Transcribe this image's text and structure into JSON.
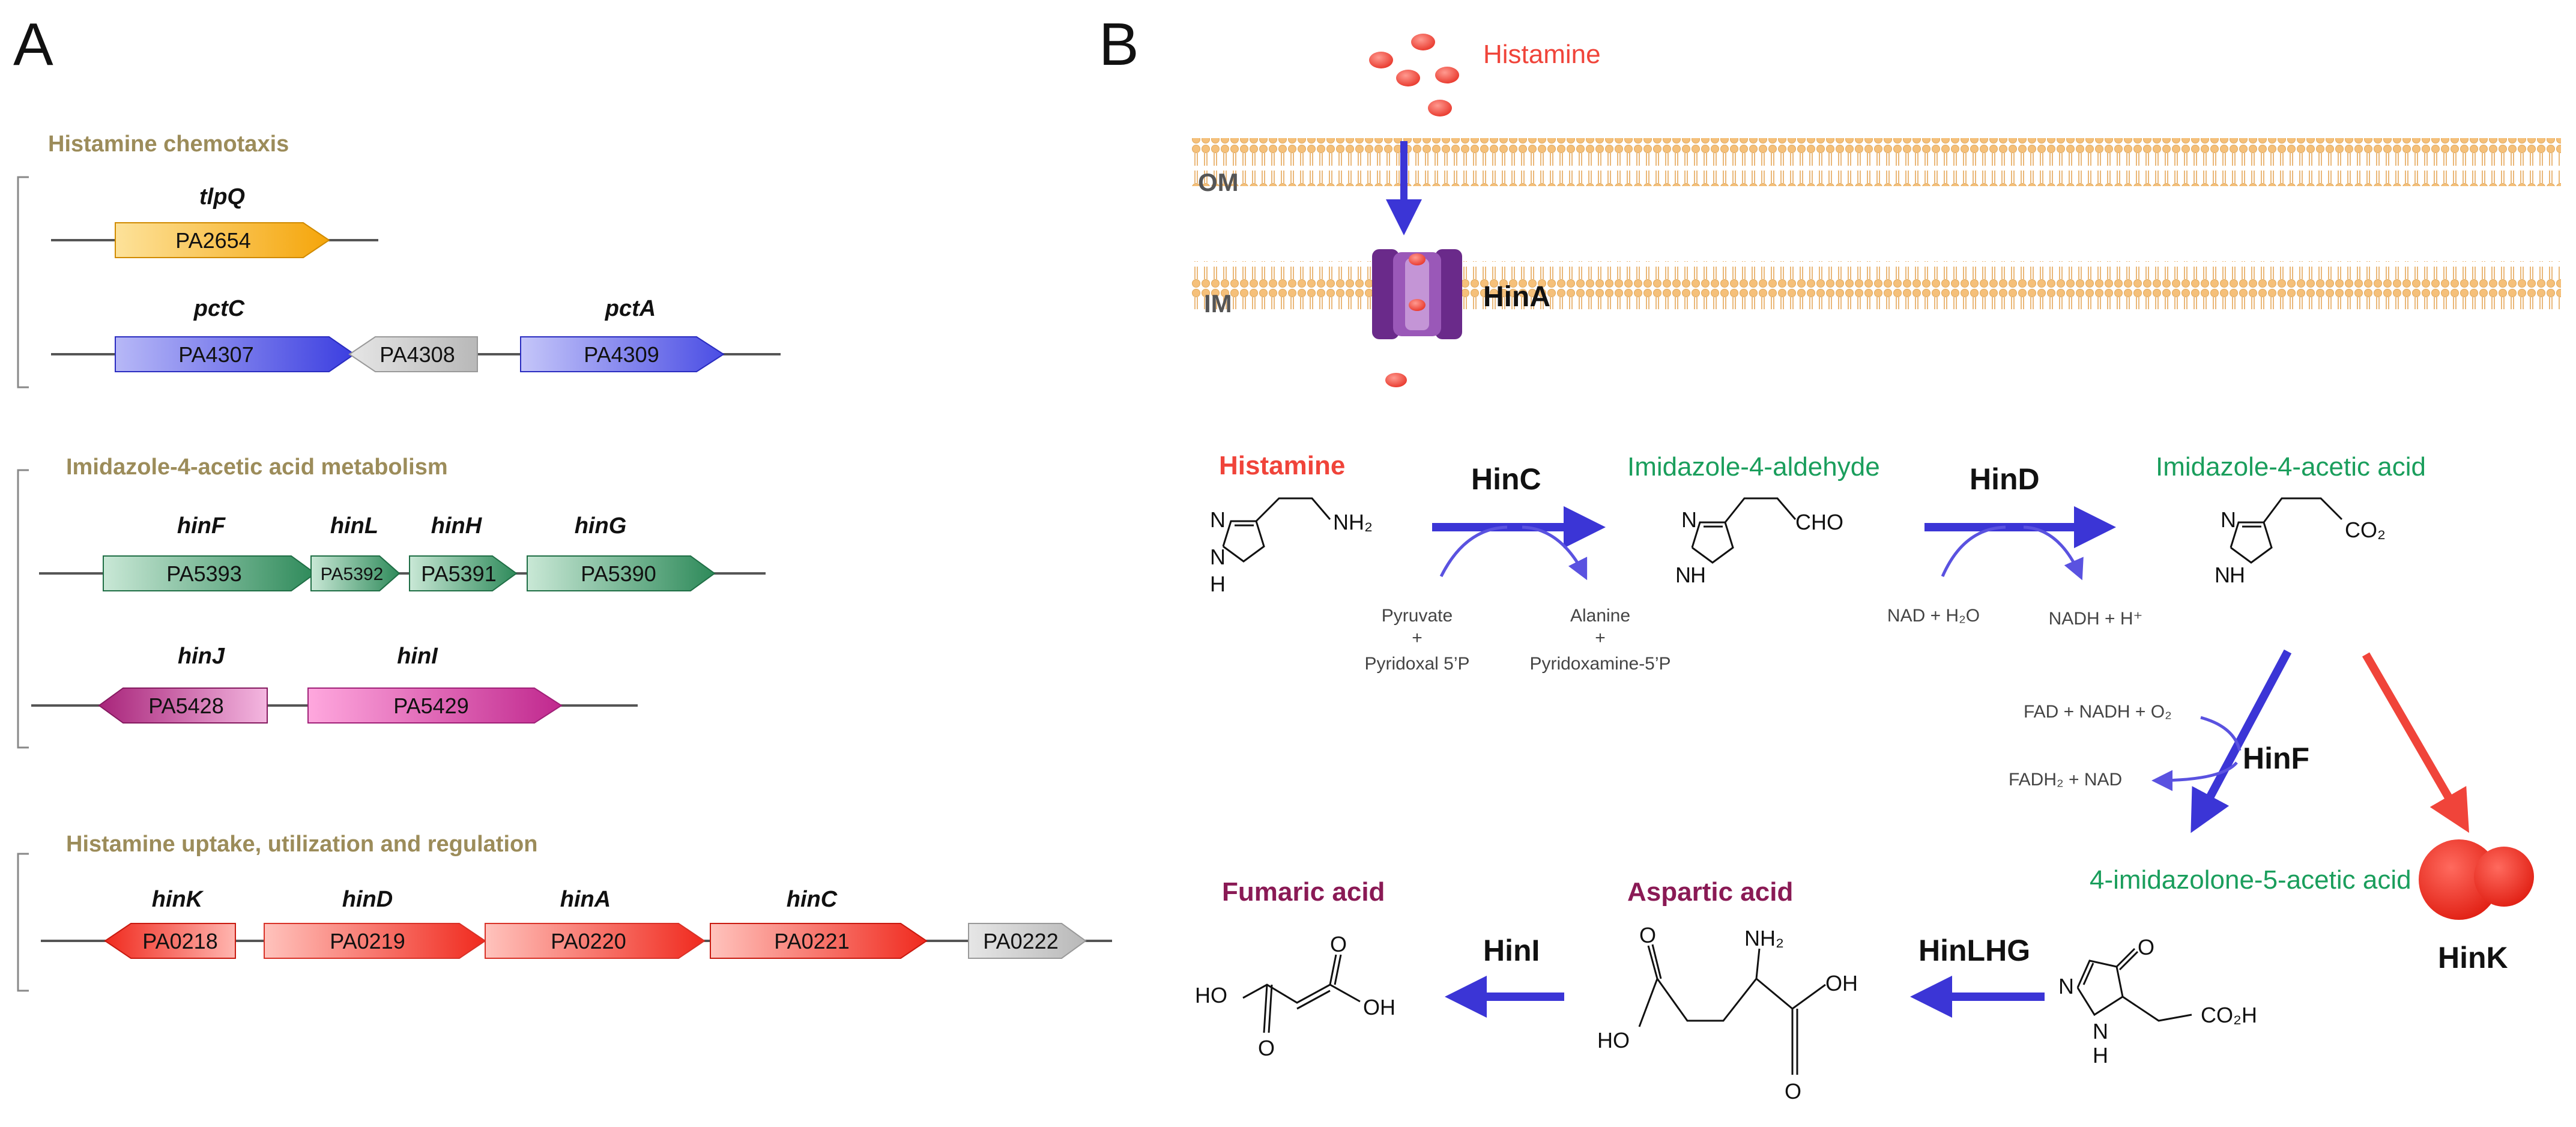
{
  "panels": {
    "a": "A",
    "b": "B"
  },
  "panel_a": {
    "sections": [
      {
        "title": "Histamine chemotaxis"
      },
      {
        "title": "Imidazole-4-acetic acid metabolism"
      },
      {
        "title": "Histamine uptake, utilization and regulation"
      }
    ],
    "genes": [
      {
        "name": "tlpQ",
        "locus": "PA2654",
        "color": "#f5a50a"
      },
      {
        "name": "pctC",
        "locus": "PA4307",
        "color": "#3b3ee0"
      },
      {
        "name": "",
        "locus": "PA4308",
        "color": "#c8c8c8"
      },
      {
        "name": "pctA",
        "locus": "PA4309",
        "color": "#3b3ee0"
      },
      {
        "name": "hinF",
        "locus": "PA5393",
        "color": "#2e8a5a"
      },
      {
        "name": "hinL",
        "locus": "PA5392",
        "color": "#2e8a5a"
      },
      {
        "name": "hinH",
        "locus": "PA5391",
        "color": "#2e8a5a"
      },
      {
        "name": "hinG",
        "locus": "PA5390",
        "color": "#2e8a5a"
      },
      {
        "name": "hinJ",
        "locus": "PA5428",
        "color": "#a8247a"
      },
      {
        "name": "hinI",
        "locus": "PA5429",
        "color": "#d83aa4"
      },
      {
        "name": "hinK",
        "locus": "PA0218",
        "color": "#f02a1e"
      },
      {
        "name": "hinD",
        "locus": "PA0219",
        "color": "#f05a4e"
      },
      {
        "name": "hinA",
        "locus": "PA0220",
        "color": "#f05a4e"
      },
      {
        "name": "hinC",
        "locus": "PA0221",
        "color": "#f02a1e"
      },
      {
        "name": "",
        "locus": "PA0222",
        "color": "#c8c8c8"
      }
    ]
  },
  "panel_b": {
    "histamine_label": "Histamine",
    "membranes": {
      "outer": "OM",
      "inner": "IM"
    },
    "transporter": "HinA",
    "compounds": {
      "histamine": "Histamine",
      "aldehyde": "Imidazole-4-aldehyde",
      "acetic": "Imidazole-4-acetic acid",
      "imidazolone": "4-imidazolone-5-acetic acid",
      "aspartic": "Aspartic acid",
      "fumaric": "Fumaric acid"
    },
    "enzymes": {
      "hinc": "HinC",
      "hind": "HinD",
      "hinf": "HinF",
      "hinlhg": "HinLHG",
      "hini": "HinI",
      "hink": "HinK"
    },
    "cofactors": {
      "pyruvate": "Pyruvate",
      "plus1": "+",
      "pyridoxal": "Pyridoxal 5’P",
      "alanine": "Alanine",
      "plus2": "+",
      "pyridoxamine": "Pyridoxamine-5’P",
      "nad_h2o": "NAD + H₂O",
      "nadh_h": "NADH + H⁺",
      "fad_nadh_o2": "FAD + NADH + O₂",
      "fadh2_nad": "FADH₂ + NAD"
    },
    "atoms": {
      "n": "N",
      "h": "H",
      "nh2": "NH₂",
      "cho": "CHO",
      "co2": "CO₂",
      "co2h": "CO₂H",
      "o": "O",
      "ho": "HO",
      "oh": "OH"
    }
  },
  "colors": {
    "arrow_blue": "#3b35d6",
    "arrow_red": "#f0443a",
    "lipid": "#f5c07a",
    "transporter": "#6a2a8a"
  }
}
